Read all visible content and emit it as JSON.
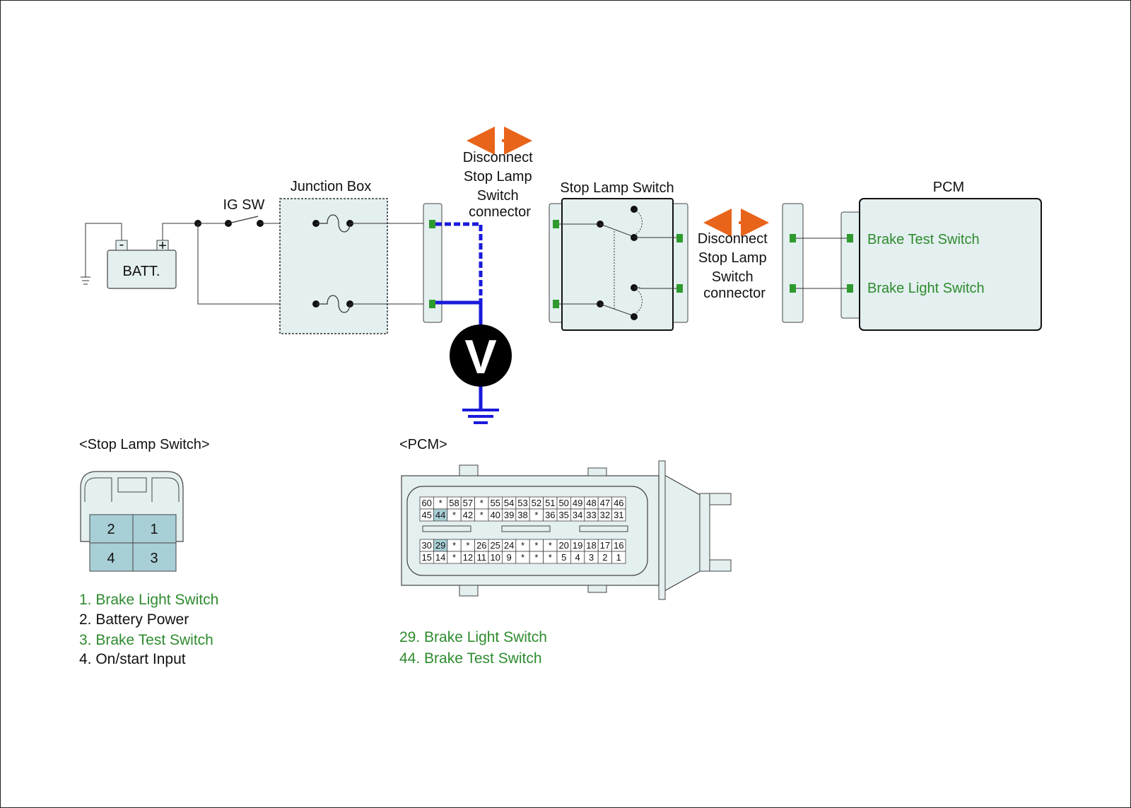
{
  "colors": {
    "accent_green": "#2e8b2e",
    "probe_blue": "#1a1adc",
    "arrow_orange": "#e8641a",
    "pin_highlight": "#a8cfd6",
    "box_fill": "#e4efef"
  },
  "diagram": {
    "batt_label": "BATT.",
    "batt_minus": "-",
    "batt_plus": "+",
    "ig_sw_label": "IG SW",
    "junction_box_label": "Junction Box",
    "disconnect_1": [
      "Disconnect",
      "Stop Lamp",
      "Switch",
      "connector"
    ],
    "stop_lamp_switch_label": "Stop Lamp Switch",
    "disconnect_2": [
      "Disconnect",
      "Stop Lamp",
      "Switch",
      "connector"
    ],
    "pcm_label": "PCM",
    "pcm_brake_test": "Brake Test Switch",
    "pcm_brake_light": "Brake Light Switch",
    "voltmeter": "V"
  },
  "stop_lamp_connector": {
    "title": "<Stop Lamp Switch>",
    "pins": [
      "2",
      "1",
      "4",
      "3"
    ],
    "legend": [
      {
        "text": "1. Brake Light Switch",
        "color": "green"
      },
      {
        "text": "2. Battery Power",
        "color": "black"
      },
      {
        "text": "3. Brake Test Switch",
        "color": "green"
      },
      {
        "text": "4. On/start Input",
        "color": "black"
      }
    ]
  },
  "pcm_connector": {
    "title": "<PCM>",
    "rows": [
      [
        "60",
        "*",
        "58",
        "57",
        "*",
        "55",
        "54",
        "53",
        "52",
        "51",
        "50",
        "49",
        "48",
        "47",
        "46"
      ],
      [
        "45",
        "44",
        "*",
        "42",
        "*",
        "40",
        "39",
        "38",
        "*",
        "36",
        "35",
        "34",
        "33",
        "32",
        "31"
      ],
      [
        "30",
        "29",
        "*",
        "*",
        "26",
        "25",
        "24",
        "*",
        "*",
        "*",
        "20",
        "19",
        "18",
        "17",
        "16"
      ],
      [
        "15",
        "14",
        "*",
        "12",
        "11",
        "10",
        "9",
        "*",
        "*",
        "*",
        "5",
        "4",
        "3",
        "2",
        "1"
      ]
    ],
    "highlighted": [
      "44",
      "29"
    ],
    "legend": [
      {
        "text": "29. Brake Light Switch"
      },
      {
        "text": "44. Brake Test Switch"
      }
    ]
  }
}
